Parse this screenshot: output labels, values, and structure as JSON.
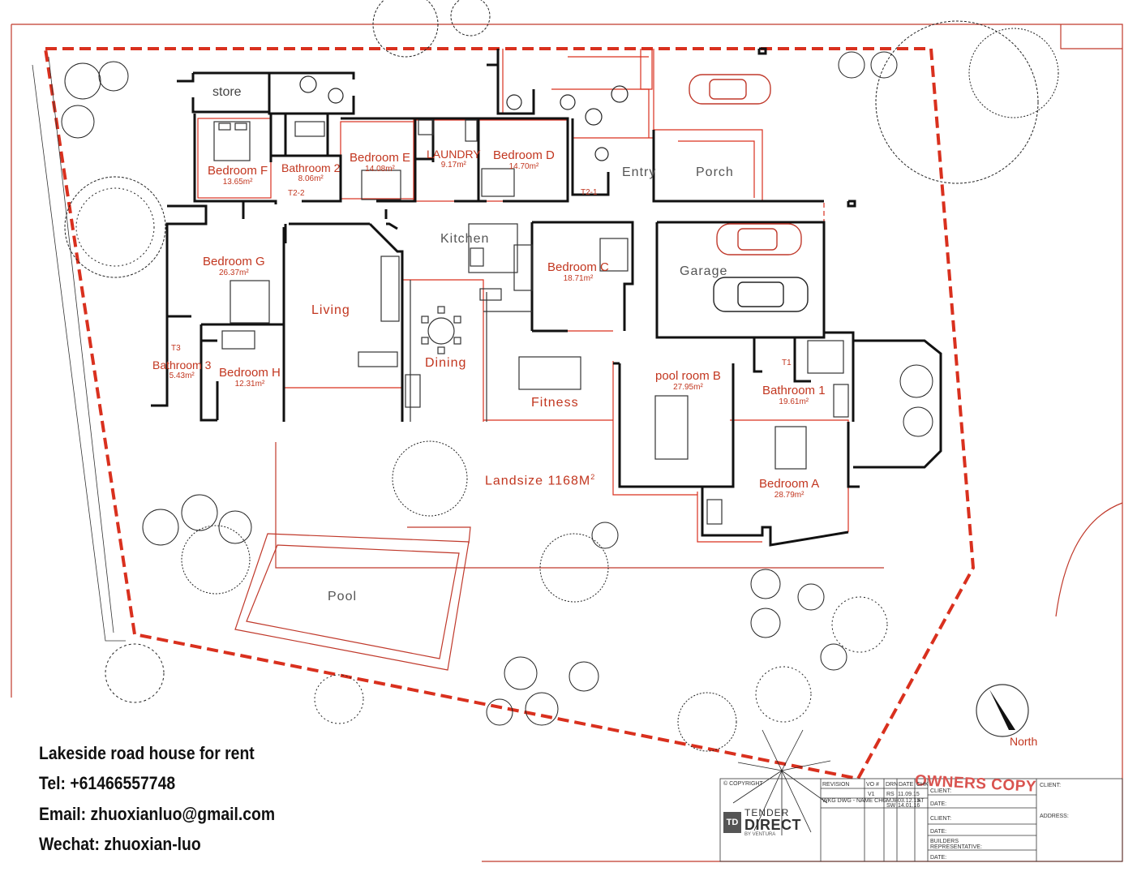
{
  "plan": {
    "land_size": "Landsize 1168M",
    "land_size_sup": "2",
    "north": "North",
    "rooms": [
      {
        "id": "store",
        "name": "store",
        "area": ""
      },
      {
        "id": "bedroom-f",
        "name": "Bedroom F",
        "area": "13.65m²"
      },
      {
        "id": "bathroom-2",
        "name": "Bathroom 2",
        "area": "8.06m²"
      },
      {
        "id": "bedroom-e",
        "name": "Bedroom E",
        "area": "14.08m²"
      },
      {
        "id": "laundry",
        "name": "LAUNDRY",
        "area": "9.17m²"
      },
      {
        "id": "bedroom-d",
        "name": "Bedroom D",
        "area": "14.70m²"
      },
      {
        "id": "bedroom-g",
        "name": "Bedroom G",
        "area": "26.37m²"
      },
      {
        "id": "bedroom-c",
        "name": "Bedroom C",
        "area": "18.71m²"
      },
      {
        "id": "bathroom-3",
        "name": "Bathroom 3",
        "area": "5.43m²"
      },
      {
        "id": "bedroom-h",
        "name": "Bedroom H",
        "area": "12.31m²"
      },
      {
        "id": "pool-room-b",
        "name": "pool room B",
        "area": "27.95m²"
      },
      {
        "id": "bathroom-1",
        "name": "Bathroom 1",
        "area": "19.61m²"
      },
      {
        "id": "bedroom-a",
        "name": "Bedroom A",
        "area": "28.79m²"
      }
    ],
    "spaces": {
      "entry": "Entry",
      "porch": "Porch",
      "kitchen": "Kitchen",
      "garage": "Garage",
      "living": "Living",
      "dining": "Dining",
      "fitness": "Fitness",
      "pool": "Pool"
    },
    "toilets": {
      "t1": "T1",
      "t2_1": "T2-1",
      "t2_2": "T2-2",
      "t3": "T3"
    }
  },
  "contact": {
    "title": "Lakeside road house for rent",
    "tel": "Tel: +61466557748",
    "email": "Email: zhuoxianluo@gmail.com",
    "wechat": "Wechat:  zhuoxian-luo"
  },
  "title_block": {
    "stamp": "OWNERS COPY",
    "copyright": "© COPYRIGHT",
    "cols": [
      "REVISION",
      "VO #",
      "DRN",
      "DATE",
      "CHK"
    ],
    "rows": [
      {
        "rev": "",
        "vo": "V1",
        "drn": "RS",
        "date": "11.09.15",
        "chk": ""
      },
      {
        "rev": "WKG DWG - NAME CHG",
        "vo": "",
        "drn": "MJB",
        "date": "03.12.15",
        "chk": "AT"
      },
      {
        "rev": "",
        "vo": "",
        "drn": "SW",
        "date": "14.01.16",
        "chk": ""
      }
    ],
    "client_fields": [
      "CLIENT:",
      "DATE:",
      "CLIENT:",
      "DATE:",
      "BUILDERS REPRESENTATIVE:",
      "DATE:"
    ],
    "right_fields": [
      "CLIENT:",
      "ADDRESS:"
    ],
    "logo": {
      "line1": "TENDER",
      "line2": "DIRECT",
      "line3": "BY VENTURA"
    }
  },
  "colors": {
    "wall": "#111111",
    "red": "#d9301e",
    "thin": "#c0392b",
    "tree": "#222222"
  }
}
